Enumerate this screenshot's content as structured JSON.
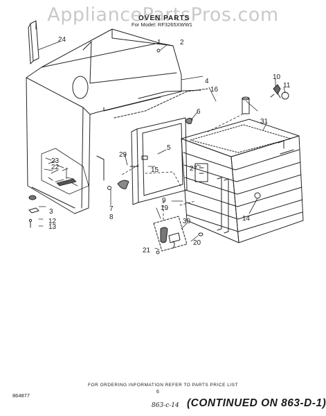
{
  "watermark": "AppliancePartsPros.com",
  "header": {
    "title": "OVEN PARTS",
    "model": "For Model: RF3265XWW1"
  },
  "callouts": [
    "1",
    "2",
    "3",
    "4",
    "5",
    "6",
    "7",
    "8",
    "9",
    "10",
    "11",
    "12",
    "13",
    "14",
    "15",
    "16",
    "19",
    "20",
    "21",
    "22",
    "23",
    "24",
    "27",
    "29",
    "30",
    "31"
  ],
  "footer": {
    "ordering_note": "FOR ORDERING INFORMATION REFER TO PARTS PRICE LIST",
    "page": "6",
    "code": "864877",
    "handwritten": "863-c-14",
    "continued": "(CONTINUED ON 863-D-1)"
  }
}
